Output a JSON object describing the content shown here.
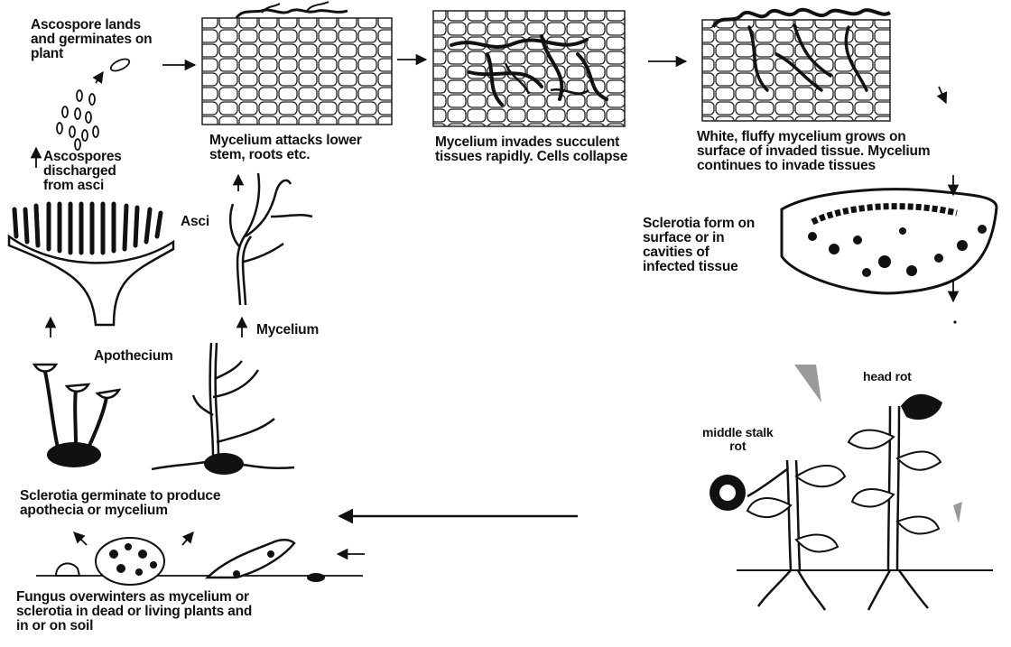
{
  "labels": {
    "ascospore_lands": "Ascospore lands\nand germinates on\nplant",
    "ascospores_discharged": "Ascospores\ndischarged\nfrom asci",
    "asci": "Asci",
    "apothecium": "Apothecium",
    "mycelium": "Mycelium",
    "mycelium_attacks": "Mycelium attacks lower\nstem, roots etc.",
    "mycelium_invades": "Mycelium invades succulent\ntissues rapidly. Cells collapse",
    "white_fluffy": "White, fluffy mycelium grows on\nsurface of invaded tissue. Mycelium\ncontinues to invade tissues",
    "sclerotia_form": "Sclerotia form on\nsurface or in\ncavities of\ninfected tissue",
    "head_rot": "head rot",
    "middle_stalk_rot": "middle stalk\nrot",
    "sclerotia_germinate": "Sclerotia germinate to produce\napothecia or mycelium",
    "fungus_overwinters": "Fungus overwinters as mycelium or\nsclerotia in dead or living plants and\nin or on soil"
  },
  "colors": {
    "ink": "#111111",
    "background": "#ffffff",
    "cell_fill": "#ffffff",
    "sclerotium": "#111111"
  }
}
